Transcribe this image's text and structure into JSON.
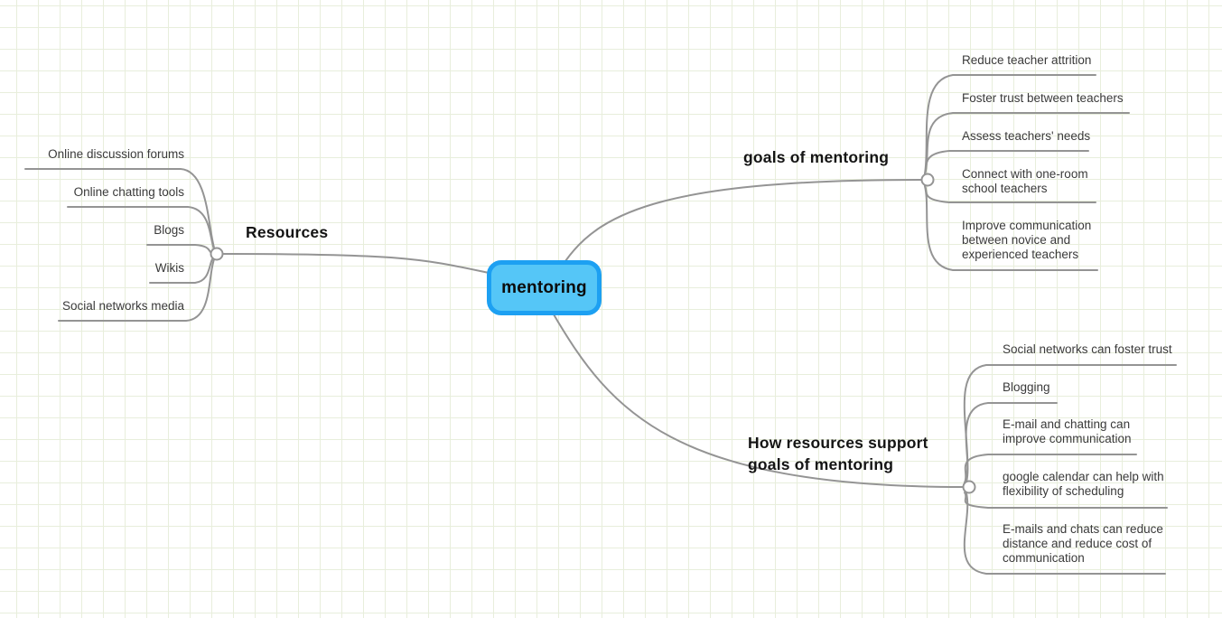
{
  "theme": {
    "grid_color": "#e8eedc",
    "line_color": "#949494",
    "node_border_color": "#1da0f2",
    "node_fill_color": "#55c6f7",
    "child_text_color": "#3a3a3a",
    "label_text_color": "#141414",
    "background_color": "#ffffff"
  },
  "root": {
    "label": "mentoring"
  },
  "branches": [
    {
      "id": "resources",
      "label": "Resources",
      "children": [
        "Online discussion forums",
        "Online chatting tools",
        "Blogs",
        "Wikis",
        "Social networks media"
      ]
    },
    {
      "id": "goals-of-mentoring",
      "label": "goals of mentoring",
      "children": [
        "Reduce teacher attrition",
        "Foster trust between teachers",
        "Assess teachers' needs",
        "Connect with one-room school teachers",
        "Improve communication between novice and experienced teachers"
      ]
    },
    {
      "id": "how-resources-support",
      "label": "How resources support goals of mentoring",
      "children": [
        "Social networks can foster trust",
        "Blogging",
        "E-mail and chatting can improve communication",
        "google calendar can help with flexibility of scheduling",
        "E-mails and chats can reduce distance and reduce cost of communication"
      ]
    }
  ]
}
